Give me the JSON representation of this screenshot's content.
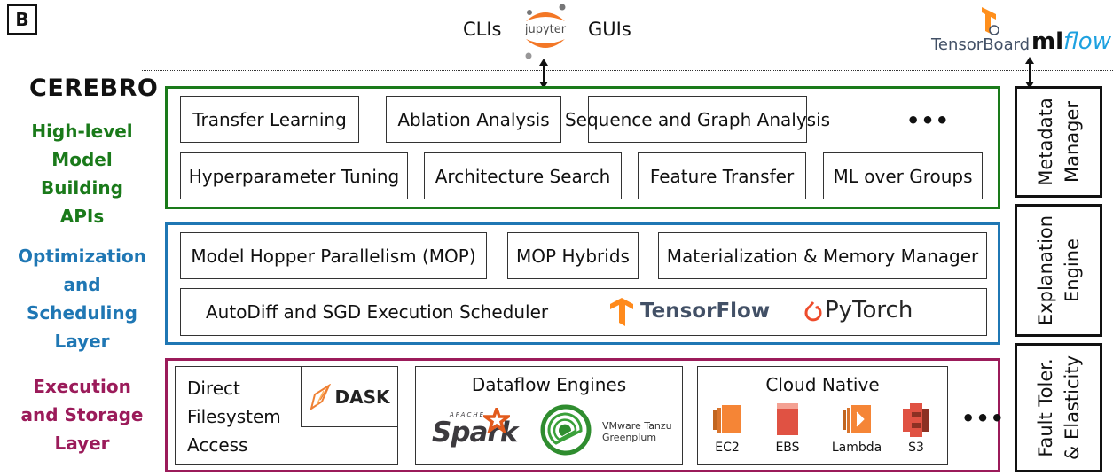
{
  "panel_label": "B",
  "top": {
    "clis": "CLIs",
    "jupyter": "jupyter",
    "guis": "GUIs",
    "tensorboard": "TensorBoard",
    "mlflow_ml": "ml",
    "mlflow_flow": "flow"
  },
  "system_name": "CEREBRO",
  "colors": {
    "high_level": "#1a7a1a",
    "optimization": "#1f77b4",
    "execution": "#9b1b5a",
    "tensorflow": "#ff8a1c",
    "pytorch": "#ee4c2c",
    "aws_orange": "#f58536",
    "aws_red": "#e05243"
  },
  "layers": {
    "high_level": {
      "label": [
        "High-level",
        "Model Building",
        "APIs"
      ],
      "row1": [
        "Transfer Learning",
        "Ablation Analysis",
        "Sequence and Graph Analysis"
      ],
      "row1_more": "•••",
      "row2": [
        "Hyperparameter Tuning",
        "Architecture Search",
        "Feature Transfer",
        "ML over Groups"
      ]
    },
    "optimization": {
      "label": [
        "Optimization",
        "and Scheduling",
        "Layer"
      ],
      "row1": [
        "Model Hopper Parallelism (MOP)",
        "MOP Hybrids",
        "Materialization & Memory Manager"
      ],
      "scheduler": "AutoDiff and SGD Execution Scheduler",
      "tensorflow": "TensorFlow",
      "pytorch": "PyTorch"
    },
    "execution": {
      "label": [
        "Execution",
        "and Storage",
        "Layer"
      ],
      "direct_fs": [
        "Direct",
        "Filesystem",
        "Access"
      ],
      "dask": "DASK",
      "dataflow_title": "Dataflow Engines",
      "spark_apache": "APACHE",
      "spark": "Spark",
      "greenplum": [
        "VMware Tanzu",
        "Greenplum"
      ],
      "cloud_title": "Cloud Native",
      "cloud_items": [
        "EC2",
        "EBS",
        "Lambda",
        "S3"
      ],
      "more": "•••"
    }
  },
  "side_modules": [
    [
      "Metadata",
      "Manager"
    ],
    [
      "Explanation",
      "Engine"
    ],
    [
      "Fault Toler.",
      "& Elasticity"
    ]
  ]
}
